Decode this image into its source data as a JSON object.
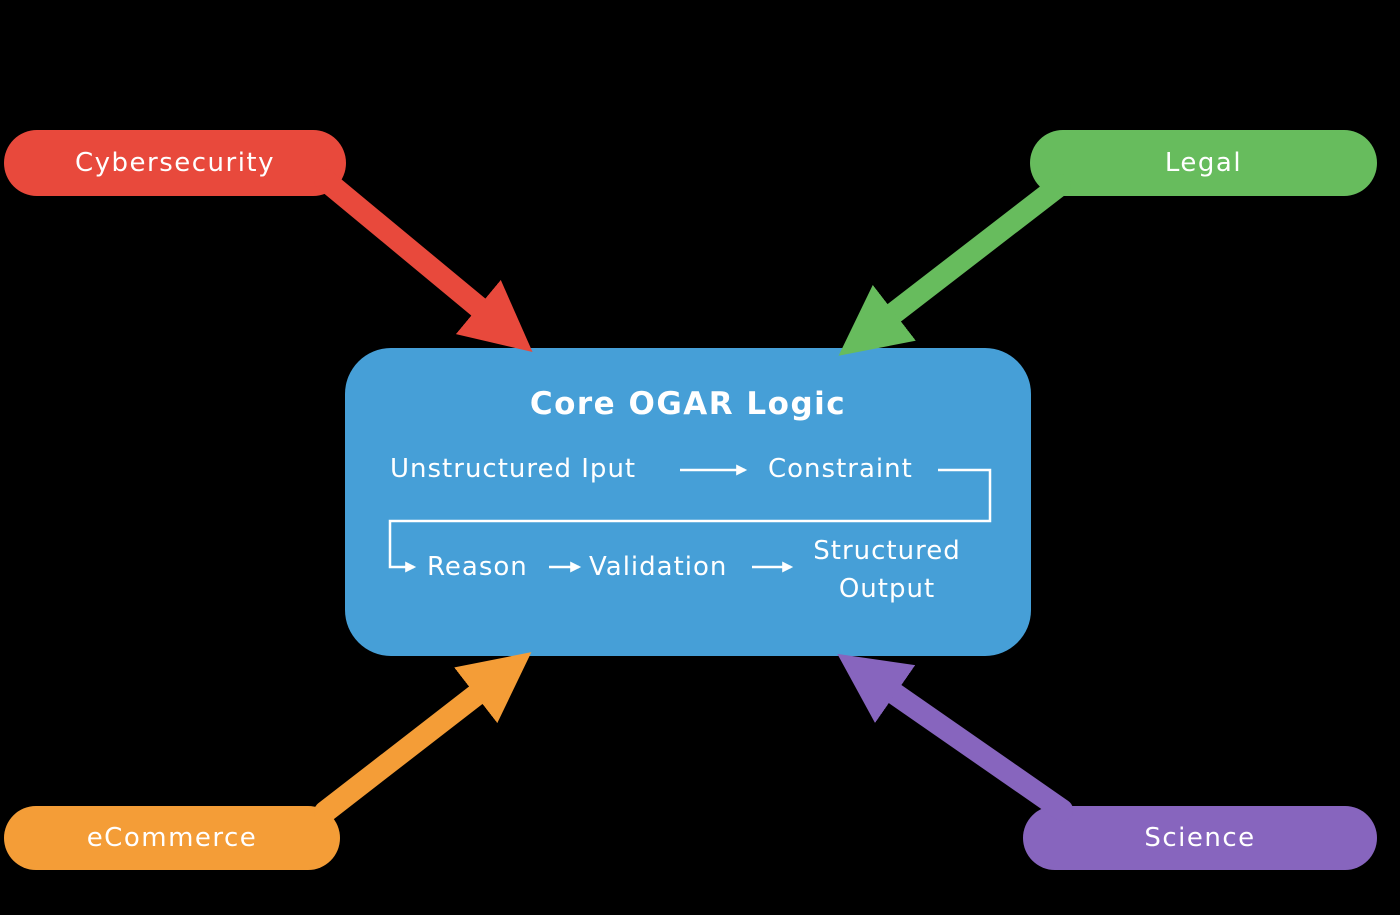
{
  "title": "Core OGAR Logic",
  "colors": {
    "background": "#000000",
    "core": "#469FD7",
    "flow_line": "#FFFFFF",
    "cybersecurity": "#E8493C",
    "legal": "#67BC5D",
    "ecommerce": "#F49D37",
    "science": "#8765BE"
  },
  "domains": [
    {
      "id": "cybersecurity",
      "label": "Cybersecurity",
      "position": "top-left"
    },
    {
      "id": "legal",
      "label": "Legal",
      "position": "top-right"
    },
    {
      "id": "ecommerce",
      "label": "eCommerce",
      "position": "bottom-left"
    },
    {
      "id": "science",
      "label": "Science",
      "position": "bottom-right"
    }
  ],
  "flow": {
    "step1": "Unstructured Iput",
    "step2": "Constraint",
    "step3": "Reason",
    "step4": "Validation",
    "step5_line1": "Structured",
    "step5_line2": "Output"
  }
}
